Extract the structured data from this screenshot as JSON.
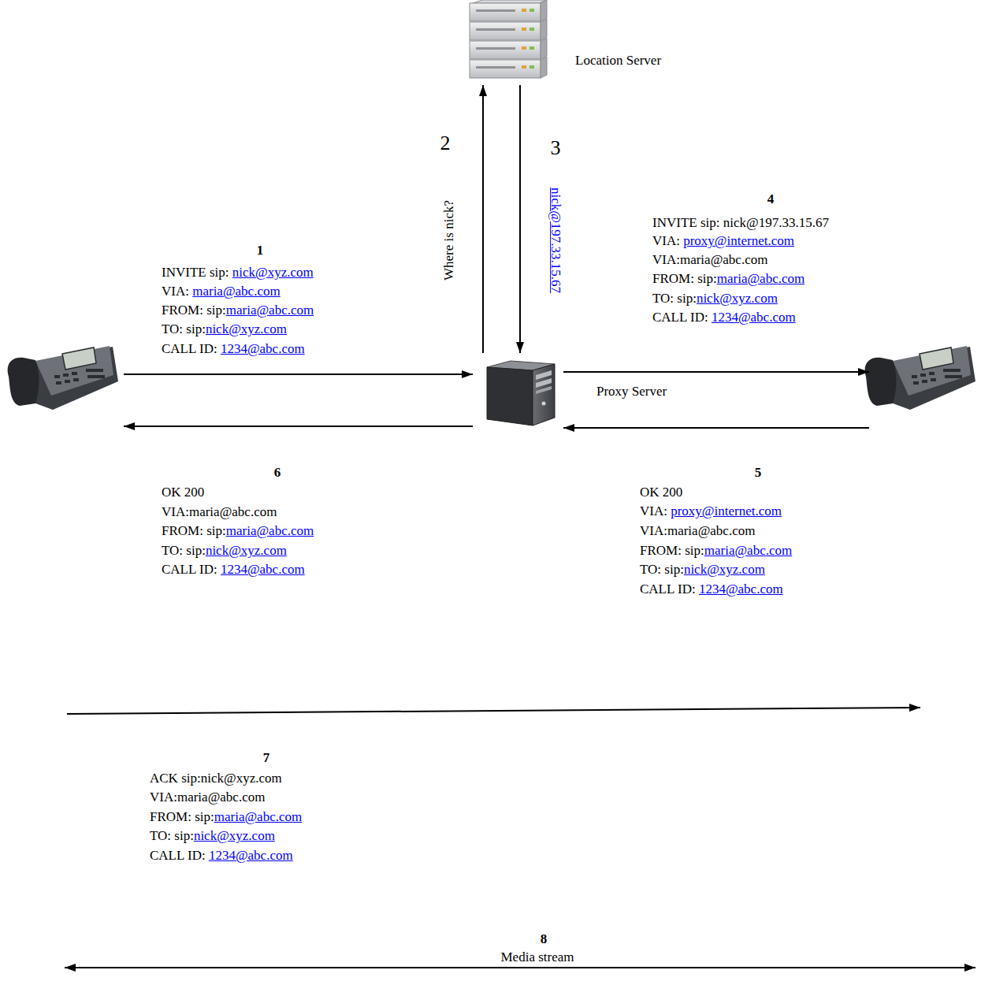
{
  "diagram": {
    "nodes": [
      {
        "text": [
          "Location Server"
        ]
      },
      {
        "text": []
      },
      {
        "text": [
          "Proxy Server"
        ]
      },
      {
        "text": []
      }
    ],
    "edges": [
      {
        "from": 1,
        "to": 2,
        "arrow": "to"
      },
      {
        "from": 2,
        "to": 0,
        "arrow": "to",
        "label": "Where is nick?"
      },
      {
        "from": 0,
        "to": 2,
        "arrow": "to",
        "label": "nick@197.33.15.67"
      },
      {
        "from": 2,
        "to": 3,
        "arrow": "to"
      },
      {
        "from": 3,
        "to": 2,
        "arrow": "to"
      },
      {
        "from": 2,
        "to": 1,
        "arrow": "to"
      }
    ],
    "labels": [
      "1",
      "INVITE sip: ",
      "nick@xyz.com",
      "VIA: ",
      "maria@abc.com",
      "FROM: sip:",
      "maria@abc.com",
      "TO: sip:",
      "nick@xyz.com",
      "CALL ID: ",
      "1234@abc.com",
      "2",
      "3",
      "4",
      "INVITE sip: nick@197.33.15.67",
      "VIA: ",
      "proxy@internet.com",
      "VIA:maria@abc.com",
      "FROM: sip:",
      "maria@abc.com",
      "TO: sip:",
      "nick@xyz.com",
      "CALL ID: ",
      "1234@abc.com",
      "6",
      "OK 200",
      "VIA:maria@abc.com",
      "FROM: sip:",
      "maria@abc.com",
      "TO: sip:",
      "nick@xyz.com",
      "CALL ID: ",
      "1234@abc.com",
      "5",
      "OK 200",
      "VIA: ",
      "proxy@internet.com",
      "VIA:maria@abc.com",
      "FROM: sip:",
      "maria@abc.com",
      "TO: sip:",
      "nick@xyz.com",
      "CALL ID: ",
      "1234@abc.com",
      "7",
      "ACK sip:nick@xyz.com",
      "VIA:maria@abc.com",
      "FROM: sip:",
      "maria@abc.com",
      "TO: sip:",
      "nick@xyz.com",
      "CALL ID: ",
      "1234@abc.com",
      "8",
      "Media stream"
    ]
  }
}
